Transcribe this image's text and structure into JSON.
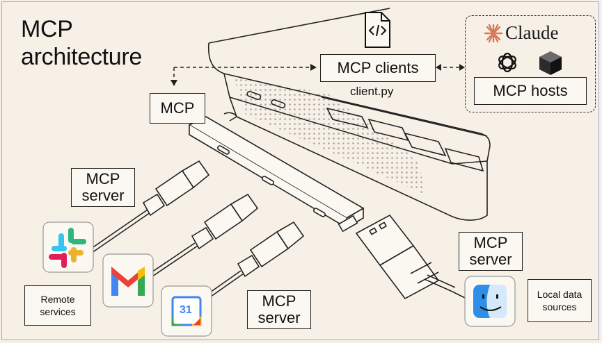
{
  "title_line1": "MCP",
  "title_line2": "architecture",
  "labels": {
    "mcp": "MCP",
    "mcp_clients": "MCP clients",
    "client_file": "client.py",
    "mcp_hosts": "MCP hosts",
    "claude": "Claude",
    "server_top_1": "MCP",
    "server_top_2": "server",
    "server_bottom_1": "MCP",
    "server_bottom_2": "server",
    "server_right_1": "MCP",
    "server_right_2": "server",
    "remote_1": "Remote",
    "remote_2": "services",
    "local_1": "Local data",
    "local_2": "sources",
    "calendar_day": "31"
  },
  "colors": {
    "background": "#f7f0e6",
    "claude_orange": "#d97757",
    "gmail_red": "#ea4335",
    "gmail_blue": "#4285f4",
    "gmail_green": "#34a853",
    "gmail_yellow": "#fbbc04",
    "slack_blue": "#36c5f0",
    "slack_green": "#2eb67d",
    "slack_red": "#e01e5a",
    "slack_yellow": "#ecb22e",
    "finder_blue": "#2f8fe8"
  },
  "icons": [
    "code-file-icon",
    "claude-icon",
    "openai-icon",
    "cube-icon",
    "slack-icon",
    "gmail-icon",
    "google-calendar-icon",
    "finder-icon"
  ]
}
